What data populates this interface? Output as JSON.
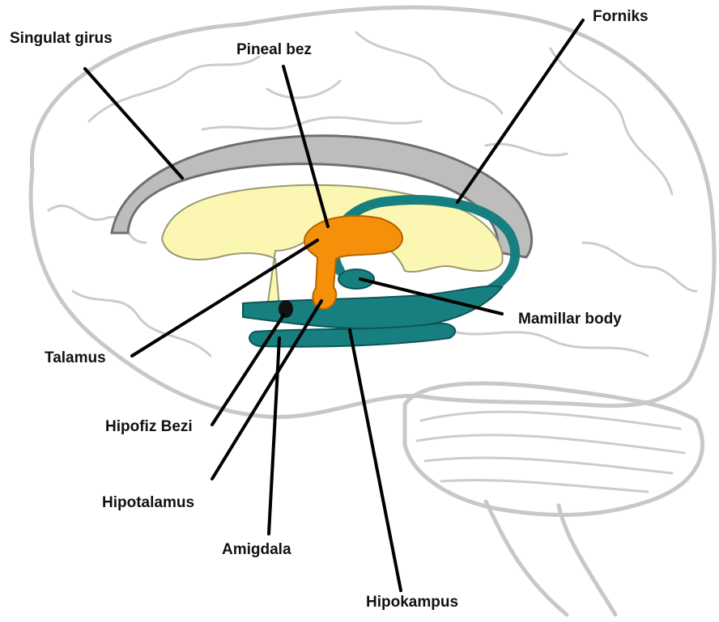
{
  "labels": {
    "cingulate": "Singulat girus",
    "pineal": "Pineal bez",
    "fornix": "Forniks",
    "mamillary": "Mamillar body",
    "thalamus": "Talamus",
    "pituitary": "Hipofiz Bezi",
    "hypothalamus": "Hipotalamus",
    "amygdala": "Amigdala",
    "hippocampus": "Hipokampus"
  },
  "colors": {
    "cingulate": "#bdbdbd",
    "thalamus": "#fbf7b2",
    "pineal": "#f5900a",
    "limbic_teal": "#187f80",
    "brain_outline": "#c8c8c8",
    "leader": "#000000"
  }
}
